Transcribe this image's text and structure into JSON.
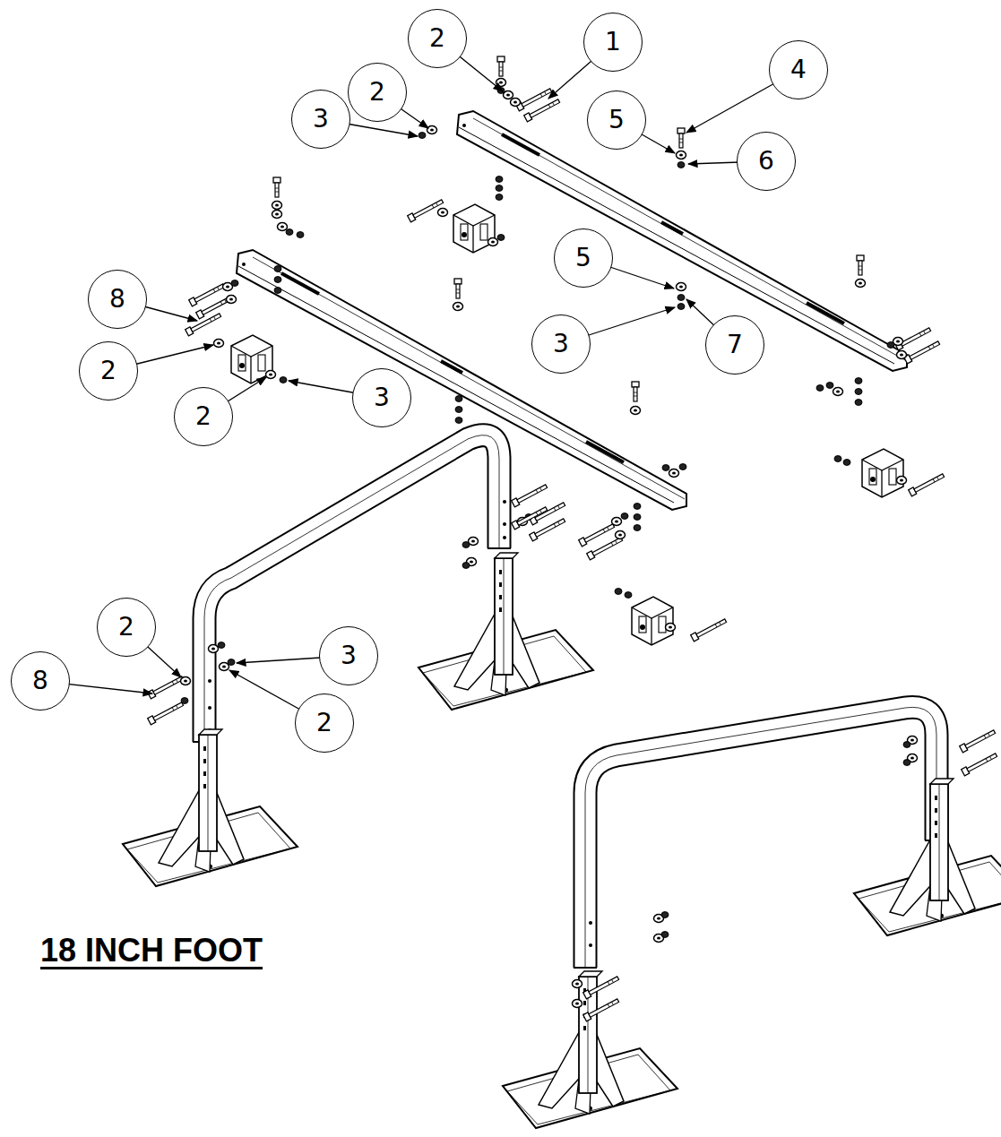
{
  "diagram": {
    "title": "18 INCH FOOT",
    "labels": [
      "1",
      "2",
      "2",
      "3",
      "4",
      "5",
      "6",
      "5",
      "3",
      "7",
      "8",
      "2",
      "2",
      "3",
      "2",
      "3",
      "8",
      "2"
    ]
  }
}
